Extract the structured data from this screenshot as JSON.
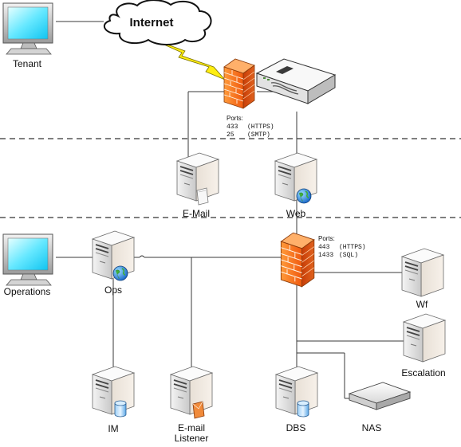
{
  "cloud": {
    "label": "Internet"
  },
  "nodes": {
    "tenant": "Tenant",
    "operations": "Operations",
    "email": "E-Mail",
    "web": "Web",
    "ops": "Ops",
    "wf": "Wf",
    "escalation": "Escalation",
    "im": "IM",
    "email_listener_line1": "E-mail",
    "email_listener_line2": "Listener",
    "dbs": "DBS",
    "nas": "NAS"
  },
  "ports_top": {
    "title": "Ports:",
    "rows": [
      {
        "port": "433",
        "proto": "(HTTPS)"
      },
      {
        "port": "25",
        "proto": "(SMTP)"
      }
    ]
  },
  "ports_mid": {
    "title": "Ports:",
    "rows": [
      {
        "port": "443",
        "proto": "(HTTPS)"
      },
      {
        "port": "1433",
        "proto": "(SQL)"
      }
    ]
  }
}
